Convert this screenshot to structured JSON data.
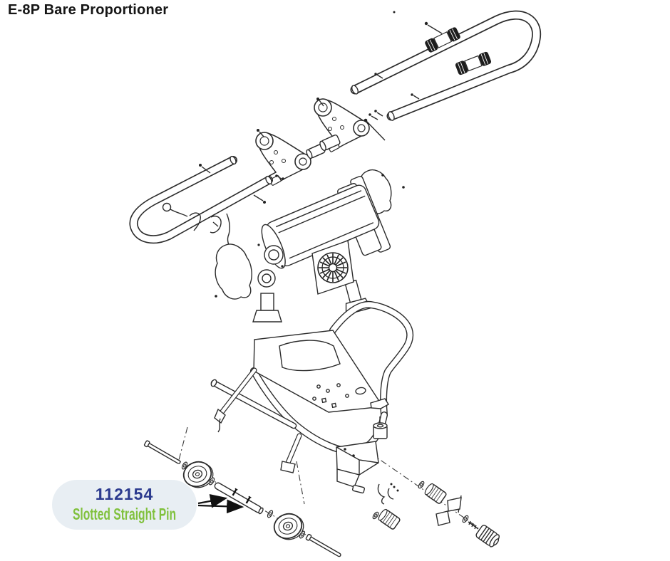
{
  "page": {
    "title": "E-8P Bare Proportioner",
    "background_color": "#ffffff",
    "title_color": "#161616"
  },
  "callout": {
    "part_number": "112154",
    "part_name": "Slotted Straight Pin",
    "bubble_color": "#e8eef3",
    "part_number_color": "#2b3a8e",
    "part_name_color": "#80c13d",
    "arrow_color": "#111111"
  },
  "diagram": {
    "type": "exploded-parts-diagram",
    "line_color": "#2b2b2b",
    "parts": [
      "handle-tube-assembly",
      "handle-grip-collars",
      "handle-mount-bracket-left",
      "handle-mount-bracket-right",
      "bracket-bushings",
      "front-bar-tube",
      "retaining-clip-hardware",
      "pump-motor-assembly",
      "fan-grille",
      "gasket-left",
      "gasket-right",
      "mounting-feet",
      "cart-frame",
      "frame-foot-pad",
      "frame-latch",
      "wheel-front",
      "wheel-rear",
      "axle-tube",
      "slotted-straight-pins",
      "axle-washers",
      "retaining-pin-left",
      "retaining-pin-right",
      "rear-mount-bracket",
      "roller-bumpers",
      "retaining-clips",
      "knob-screw"
    ]
  }
}
